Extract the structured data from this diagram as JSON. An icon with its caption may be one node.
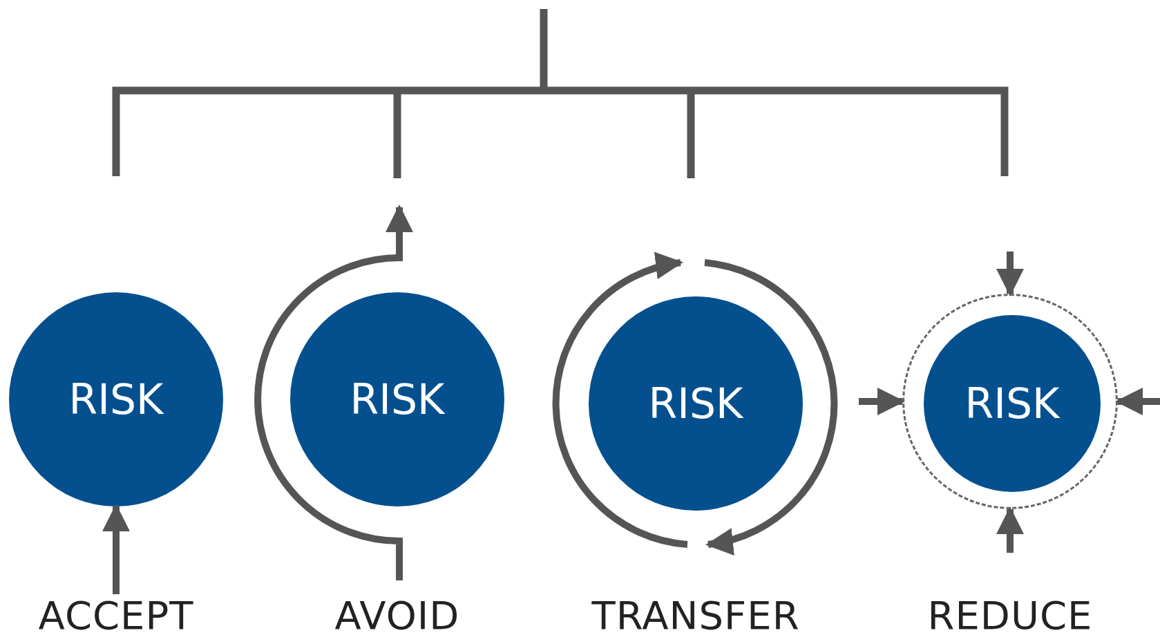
{
  "diagram": {
    "nodes": [
      {
        "text": [
          "RISK"
        ],
        "beside": [
          "ACCEPT"
        ]
      },
      {
        "text": [
          "RISK"
        ],
        "beside": [
          "AVOID"
        ]
      },
      {
        "text": [
          "RISK"
        ],
        "beside": [
          "TRANSFER"
        ]
      },
      {
        "text": [],
        "shape": "circle"
      },
      {
        "text": [
          "RISK"
        ],
        "in": 3,
        "beside": [
          "REDUCE"
        ]
      }
    ],
    "edges": [
      {
        "from": null,
        "to": 0,
        "arrow": "to"
      },
      {
        "from": null,
        "to": 3,
        "arrow": "to"
      },
      {
        "from": null,
        "to": 3,
        "arrow": "to"
      },
      {
        "from": null,
        "to": 3,
        "arrow": "to"
      },
      {
        "from": null,
        "to": 3,
        "arrow": "to"
      }
    ]
  }
}
